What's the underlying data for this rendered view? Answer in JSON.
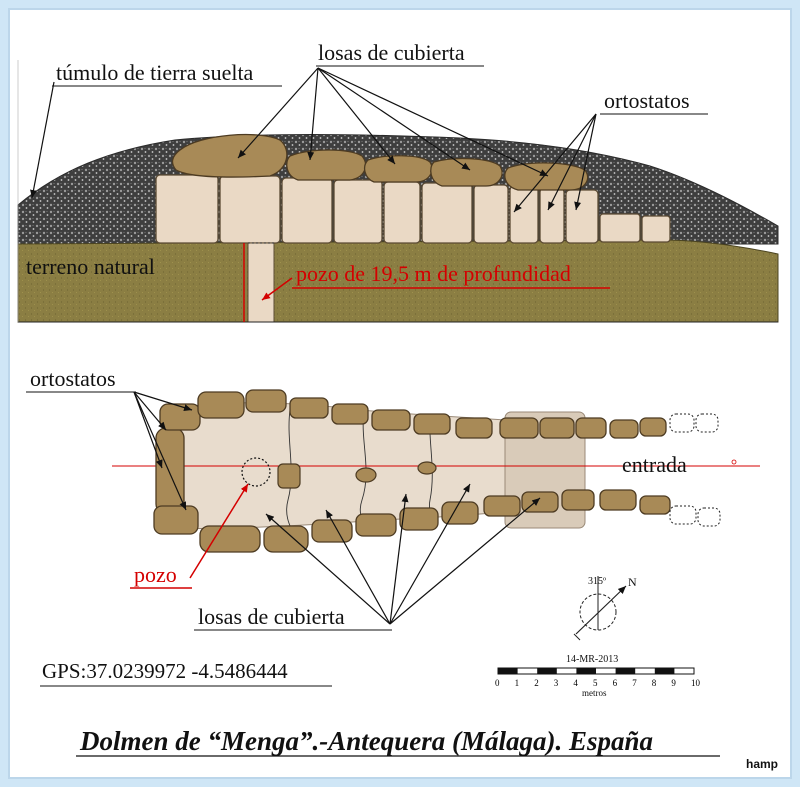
{
  "section": {
    "labels": {
      "tumulo": "túmulo de tierra suelta",
      "losas_top": "losas de cubierta",
      "ortostatos_top": "ortostatos",
      "terreno": "terreno natural",
      "pozo_profundidad": "pozo de 19,5 m de profundidad"
    }
  },
  "plan": {
    "labels": {
      "ortostatos": "ortostatos",
      "entrada": "entrada",
      "pozo": "pozo",
      "losas": "losas de cubierta"
    },
    "compass": {
      "angle_label": "315º",
      "north": "N"
    },
    "scale": {
      "date": "14-MR-2013",
      "ticks": [
        "0",
        "1",
        "2",
        "3",
        "4",
        "5",
        "6",
        "7",
        "8",
        "9",
        "10"
      ],
      "unit": "metros"
    }
  },
  "gps": "GPS:37.0239972 -4.5486444",
  "title": "Dolmen de “Menga”.-Antequera (Málaga). España",
  "signature": "hamp",
  "colors": {
    "background": "#cfe6f6",
    "paper": "#ffffff",
    "soil": "#8c7f45",
    "slab": "#a88a57",
    "orthostat": "#ead9c5",
    "gravel": "#4a4a4a",
    "red": "#d40000"
  }
}
